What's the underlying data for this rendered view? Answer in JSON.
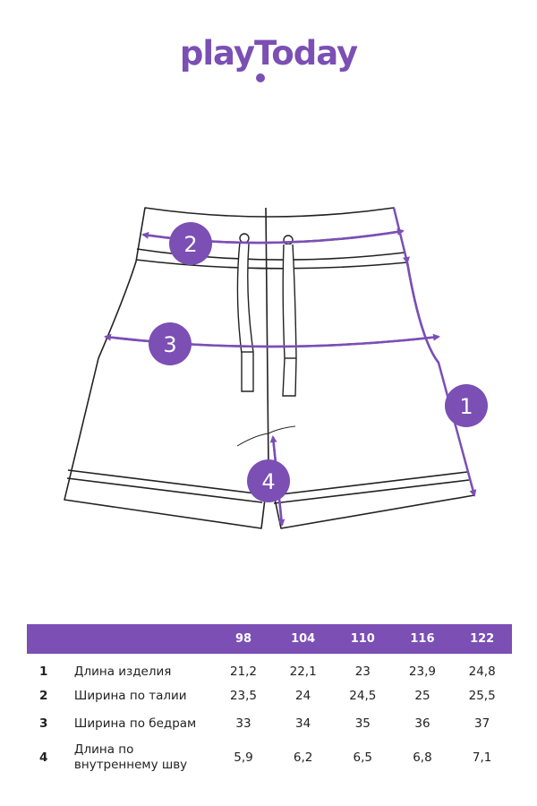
{
  "brand": {
    "logo_text": "playToday",
    "accent_color": "#7b4fb4"
  },
  "diagram": {
    "markers": [
      {
        "id": "1",
        "label": "1"
      },
      {
        "id": "2",
        "label": "2"
      },
      {
        "id": "3",
        "label": "3"
      },
      {
        "id": "4",
        "label": "4"
      }
    ]
  },
  "size_table": {
    "header": [
      "",
      "98",
      "104",
      "110",
      "116",
      "122"
    ],
    "rows": [
      {
        "num": "1",
        "name": "Длина изделия",
        "values": [
          "21,2",
          "22,1",
          "23",
          "23,9",
          "24,8"
        ]
      },
      {
        "num": "2",
        "name": "Ширина по талии",
        "values": [
          "23,5",
          "24",
          "24,5",
          "25",
          "25,5"
        ]
      },
      {
        "num": "3",
        "name": "Ширина по бедрам",
        "values": [
          "33",
          "34",
          "35",
          "36",
          "37"
        ]
      },
      {
        "num": "4",
        "name": "Длина по внутреннему шву",
        "values": [
          "5,9",
          "6,2",
          "6,5",
          "6,8",
          "7,1"
        ]
      }
    ]
  }
}
